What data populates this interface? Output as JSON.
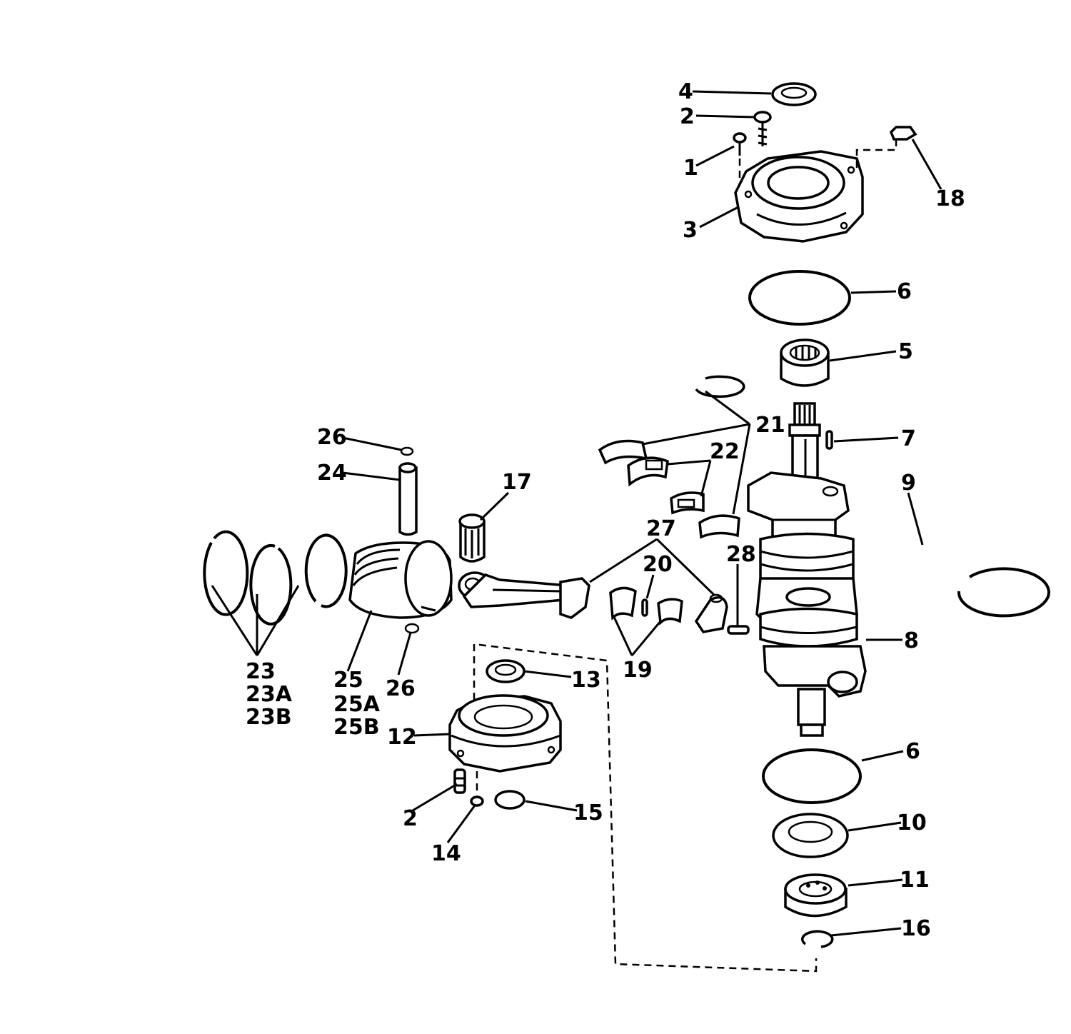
{
  "labels": {
    "p1": "1",
    "p2a": "2",
    "p2b": "2",
    "p3": "3",
    "p4": "4",
    "p5": "5",
    "p6a": "6",
    "p6b": "6",
    "p7": "7",
    "p8": "8",
    "p9": "9",
    "p10": "10",
    "p11": "11",
    "p12": "12",
    "p13": "13",
    "p14": "14",
    "p15": "15",
    "p16": "16",
    "p17": "17",
    "p18": "18",
    "p19": "19",
    "p20": "20",
    "p21": "21",
    "p22": "22",
    "p23": "23",
    "p23a": "23A",
    "p23b": "23B",
    "p24": "24",
    "p25": "25",
    "p25a": "25A",
    "p25b": "25B",
    "p26a": "26",
    "p26b": "26",
    "p27": "27",
    "p28": "28"
  }
}
